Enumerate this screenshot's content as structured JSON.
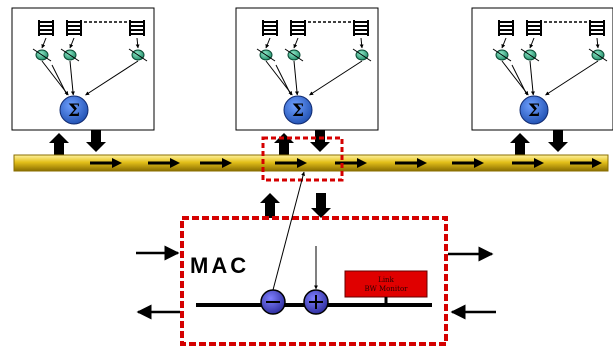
{
  "nodes": [
    {
      "sum_symbol": "Σ"
    },
    {
      "sum_symbol": "Σ"
    },
    {
      "sum_symbol": "Σ"
    }
  ],
  "mac": {
    "label": "MAC",
    "minus_symbol": "−",
    "plus_symbol": "+",
    "monitor_label_line1": "Link",
    "monitor_label_line2": "BW Monitor"
  },
  "colors": {
    "bus_gold": "#d4b000",
    "bus_edge": "#8a6e00",
    "red_dashed": "#d40000",
    "monitor_red": "#e00000",
    "sum_blue": "#2a66c9",
    "queue_dot_green": "#2fa880",
    "op_circle": "#3f3fbf"
  }
}
